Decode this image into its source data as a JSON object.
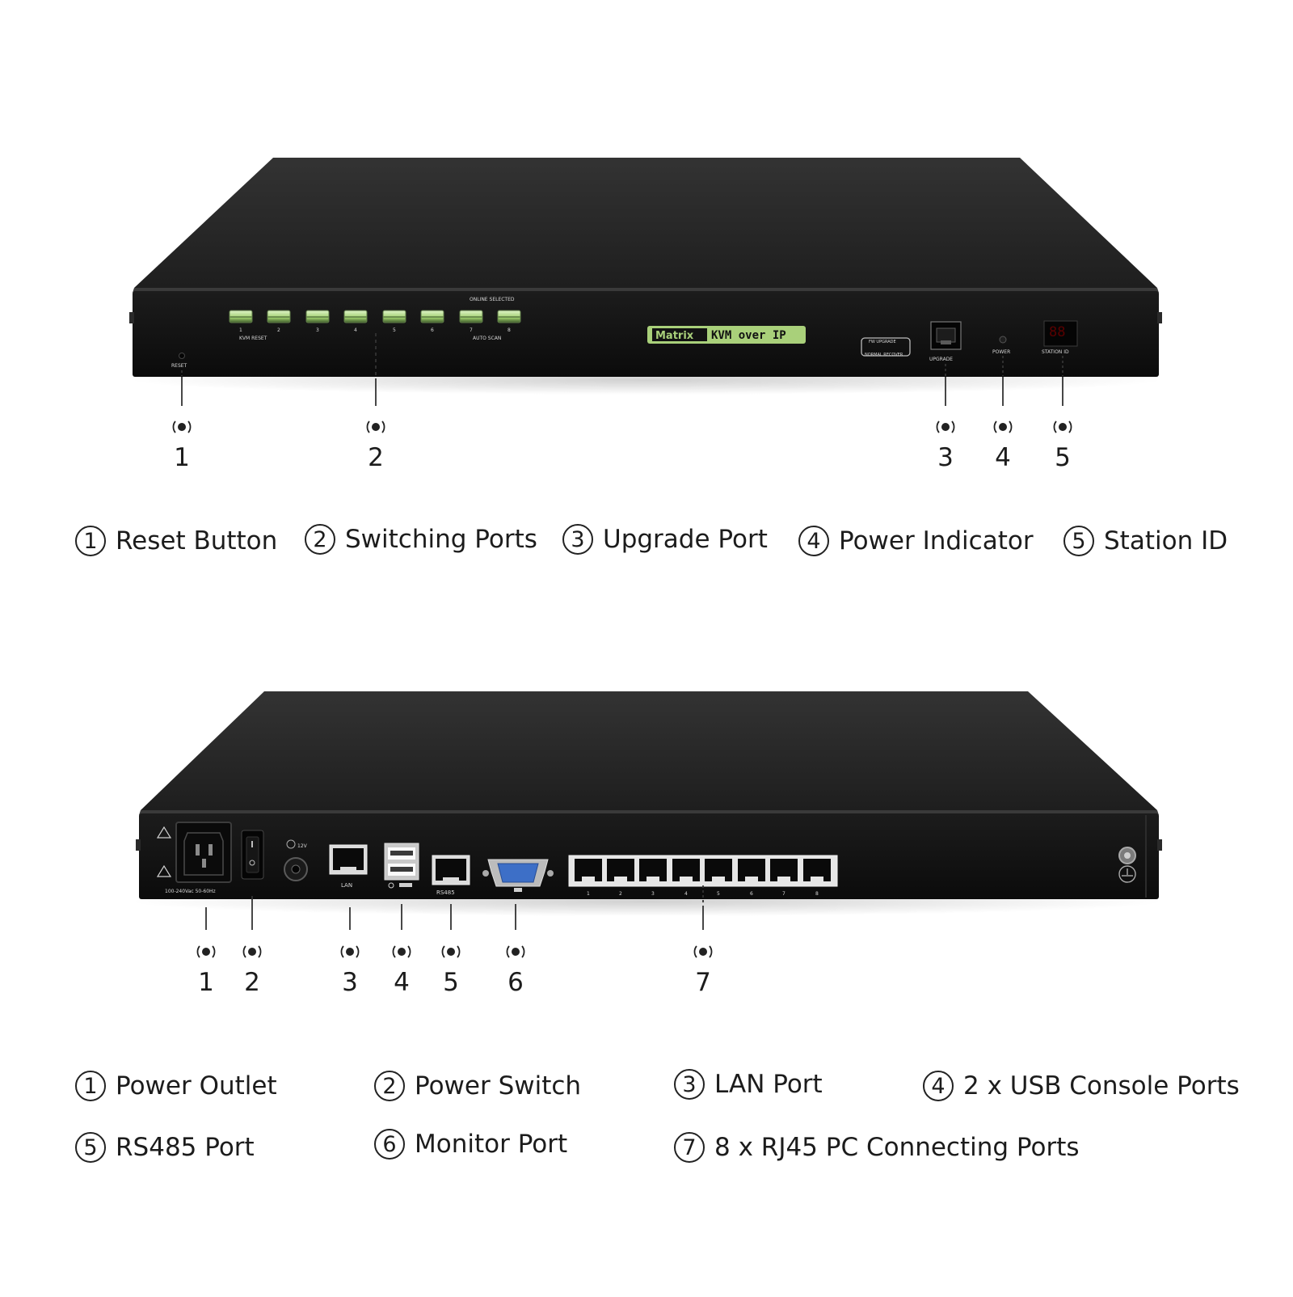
{
  "front_panel": {
    "printed": {
      "reset": "RESET",
      "online_selected": "ONLINE  SELECTED",
      "port_numbers": [
        "1",
        "2",
        "3",
        "4",
        "5",
        "6",
        "7",
        "8"
      ],
      "kvm_reset": "KVM RESET",
      "auto_scan": "AUTO SCAN",
      "logo_matrix": "Matrix",
      "logo_rest": "KVM over IP",
      "firmware_top": "FW UPGRADE",
      "firmware_bottom": "NORMAL RECOVER",
      "upgrade": "UPGRADE",
      "power": "POWER",
      "station_id": "STATION ID"
    },
    "callouts": [
      "1",
      "2",
      "3",
      "4",
      "5"
    ],
    "legend": [
      {
        "num": "1",
        "label": "Reset Button"
      },
      {
        "num": "2",
        "label": "Switching Ports"
      },
      {
        "num": "3",
        "label": "Upgrade Port"
      },
      {
        "num": "4",
        "label": "Power Indicator"
      },
      {
        "num": "5",
        "label": "Station ID"
      }
    ]
  },
  "rear_panel": {
    "printed": {
      "voltage": "100-240Vac 50-60Hz",
      "dc": "12V",
      "lan": "LAN",
      "rs485": "RS485",
      "port_numbers": [
        "1",
        "2",
        "3",
        "4",
        "5",
        "6",
        "7",
        "8"
      ]
    },
    "callouts": [
      "1",
      "2",
      "3",
      "4",
      "5",
      "6",
      "7"
    ],
    "legend": [
      {
        "num": "1",
        "label": "Power Outlet"
      },
      {
        "num": "2",
        "label": "Power Switch"
      },
      {
        "num": "3",
        "label": "LAN Port"
      },
      {
        "num": "4",
        "label": "2 x USB Console Ports"
      },
      {
        "num": "5",
        "label": "RS485 Port"
      },
      {
        "num": "6",
        "label": "Monitor Port"
      },
      {
        "num": "7",
        "label": "8 x RJ45 PC Connecting Ports"
      }
    ]
  },
  "colors": {
    "chassis_top": "#2a2a2a",
    "chassis_front": "#121212",
    "logo_green": "#a9d07a",
    "vga_blue": "#3d6fc7"
  }
}
